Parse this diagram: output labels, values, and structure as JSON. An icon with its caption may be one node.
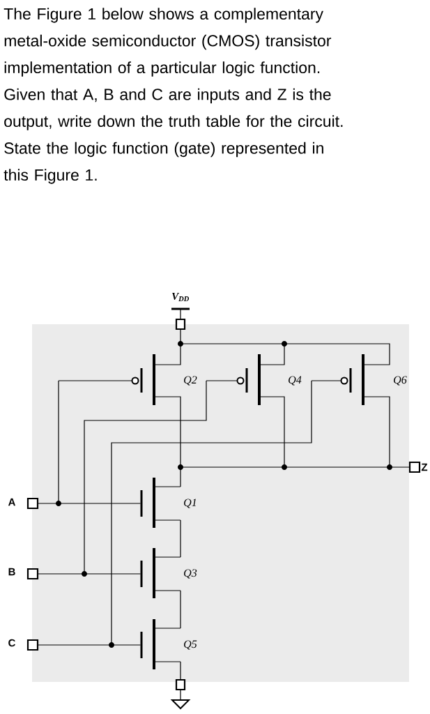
{
  "diagram": {
    "labels": [
      "The Figure 1 below shows a complementary metal-oxide semiconductor (CMOS) transistor implementation of a particular logic function. Given that A, B and C are inputs and Z is the output, write down the truth table for the circuit. State the logic function (gate) represented in this Figure 1.",
      "V$_{DD}$",
      "Q2",
      "Q4",
      "Q6",
      "Z",
      "A",
      "Q1",
      "B",
      "Q3",
      "C",
      "Q5"
    ]
  }
}
